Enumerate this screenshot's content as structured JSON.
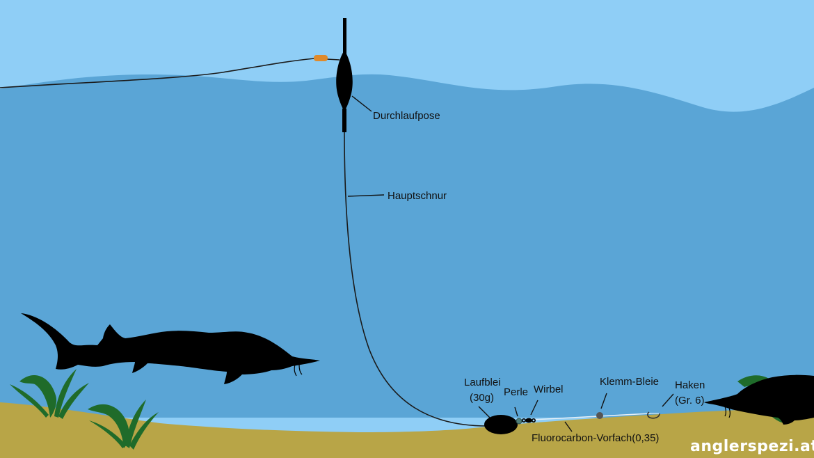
{
  "labels": {
    "float": "Durchlaufpose",
    "main_line": "Hauptschnur",
    "sinker_name": "Laufblei",
    "sinker_weight": "(30g)",
    "bead": "Perle",
    "swivel": "Wirbel",
    "split_shots": "Klemm-Bleie",
    "hook_name": "Haken",
    "hook_size": "(Gr. 6)",
    "leader": "Fluorocarbon-Vorfach(0,35)"
  },
  "watermark": "anglerspezi.at",
  "colors": {
    "sky": "#8fcef6",
    "water": "#5aa5d6",
    "ground": "#b8a547",
    "silhouette": "#000000",
    "plant": "#1f6b2a",
    "stopper": "#e08a2a",
    "bead": "#4e7f7a",
    "split_shot": "#555555",
    "leader_line": "#e4eef6"
  }
}
